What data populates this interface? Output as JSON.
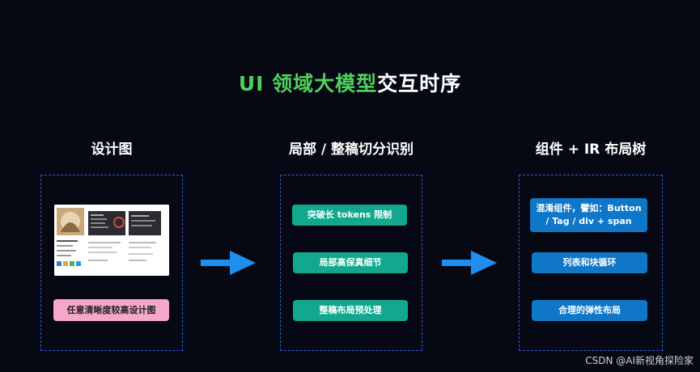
{
  "title": {
    "highlight": "UI 领域大模型",
    "rest": "交互时序"
  },
  "columns": [
    {
      "label": "设计图",
      "items": [
        {
          "text": "任意清晰度较高设计图",
          "color": "#f6a8c8"
        }
      ]
    },
    {
      "label": "局部 / 整稿切分识别",
      "items": [
        {
          "text": "突破长 tokens 限制",
          "color": "#11a88e"
        },
        {
          "text": "局部高保真细节",
          "color": "#11a88e"
        },
        {
          "text": "整稿布局预处理",
          "color": "#11a88e"
        }
      ]
    },
    {
      "label": "组件 + IR 布局树",
      "items": [
        {
          "text": "混淆组件，譬如：Button / Tag / div + span",
          "color": "#0f76c8"
        },
        {
          "text": "列表和块循环",
          "color": "#0f76c8"
        },
        {
          "text": "合理的弹性布局",
          "color": "#0f76c8"
        }
      ]
    }
  ],
  "watermark": "CSDN @AI新视角探险家",
  "colors": {
    "accent_green": "#4fd05a",
    "arrow": "#1e8ff0",
    "panel_border": "#2d5bd6",
    "background": "#060914"
  }
}
